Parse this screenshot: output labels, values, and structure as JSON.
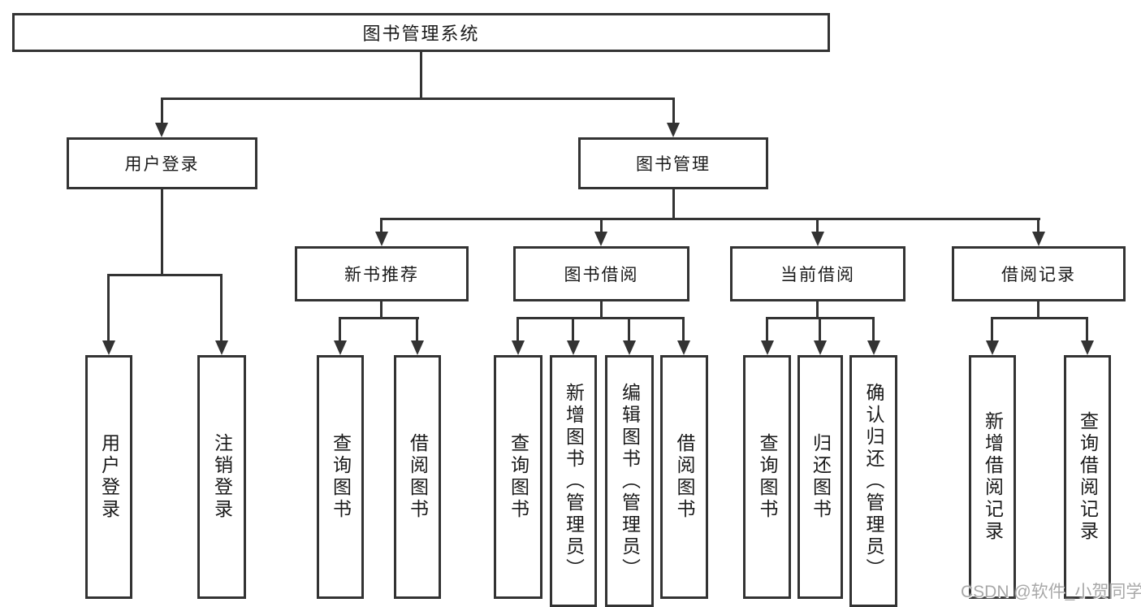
{
  "nodes": {
    "root": "图书管理系统",
    "user_login": "用户登录",
    "book_mgmt": "图书管理",
    "new_book_rec": "新书推荐",
    "book_borrow": "图书借阅",
    "current_borrow": "当前借阅",
    "borrow_records": "借阅记录",
    "ul_child_1": "用户登录",
    "ul_child_2": "注销登录",
    "nb_child_1": "查询图书",
    "nb_child_2": "借阅图书",
    "bb_child_1": "查询图书",
    "bb_child_2": "新增图书（管理员）",
    "bb_child_3": "编辑图书（管理员）",
    "bb_child_4": "借阅图书",
    "cb_child_1": "查询图书",
    "cb_child_2": "归还图书",
    "cb_child_3": "确认归还（管理员）",
    "br_child_1": "新增借阅记录",
    "br_child_2": "查询借阅记录"
  },
  "watermark": "CSDN @软件_小贺同学",
  "colors": {
    "line": "#333333",
    "box_fill": "#ffffff",
    "text": "#1a1a1a",
    "watermark_gray": "#a8a8a8"
  }
}
